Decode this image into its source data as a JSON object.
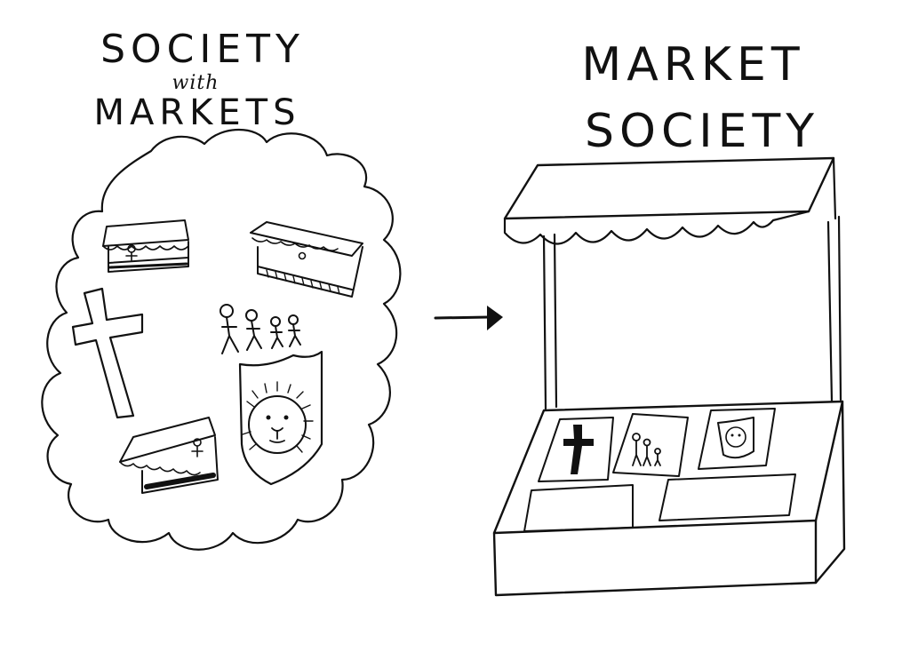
{
  "left_title": {
    "line1": "SOCIETY",
    "line2": "with",
    "line3": "MARKETS"
  },
  "right_title": {
    "line1": "MARKET",
    "line2": "SOCIETY"
  },
  "colors": {
    "ink": "#111111",
    "background": "#ffffff"
  },
  "icons": [
    "market-stall-icon",
    "cross-icon",
    "people-family-icon",
    "lion-shield-icon",
    "arrow-right-icon"
  ]
}
